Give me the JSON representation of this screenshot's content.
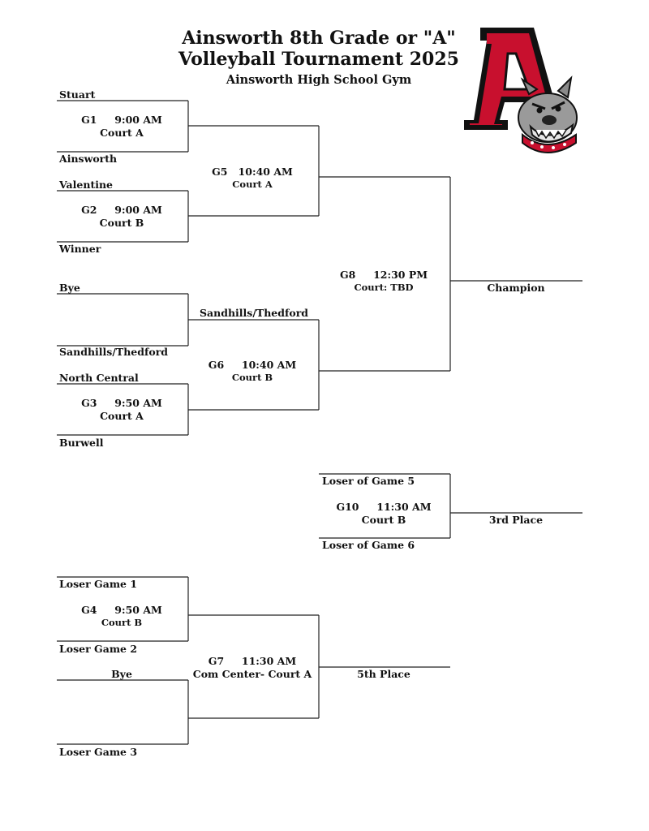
{
  "header": {
    "title_line1": "Ainsworth 8th Grade or \"A\"",
    "title_line2": "Volleyball Tournament 2025",
    "subtitle": "Ainsworth High School Gym",
    "logo_icon": "bulldog-letter-a-logo",
    "logo_letter": "A"
  },
  "colors": {
    "line": "#222222",
    "logo_red": "#c8102e",
    "logo_black": "#111111",
    "dog_gray": "#9a9a9a"
  },
  "teams": {
    "stuart": "Stuart",
    "ainsworth": "Ainsworth",
    "valentine": "Valentine",
    "winner": "Winner",
    "bye_top": "Bye",
    "sandhills_r1": "Sandhills/Thedford",
    "sandhills_r2": "Sandhills/Thedford",
    "north_central": "North Central",
    "burwell": "Burwell",
    "loser_g5": "Loser of Game 5",
    "loser_g6": "Loser of Game 6",
    "loser_g1": "Loser Game 1",
    "loser_g2": "Loser Game 2",
    "bye_bottom": "Bye",
    "loser_g3": "Loser Game 3"
  },
  "games": {
    "g1": {
      "line": "G1     9:00 AM",
      "court": "Court A"
    },
    "g2": {
      "line": "G2     9:00 AM",
      "court": "Court B"
    },
    "g3": {
      "line": "G3     9:50 AM",
      "court": "Court A"
    },
    "g4": {
      "line": "G4     9:50 AM",
      "court": "Court B"
    },
    "g5": {
      "line": "G5   10:40 AM",
      "court": "Court A"
    },
    "g6": {
      "line": "G6     10:40 AM",
      "court": "Court B"
    },
    "g7": {
      "line": "G7     11:30 AM",
      "court": "Com Center- Court A"
    },
    "g8": {
      "line": "G8     12:30 PM",
      "court": "Court: TBD"
    },
    "g10": {
      "line": "G10     11:30 AM",
      "court": "Court B"
    }
  },
  "results": {
    "champion": "Champion",
    "third": "3rd Place",
    "fifth": "5th Place"
  }
}
